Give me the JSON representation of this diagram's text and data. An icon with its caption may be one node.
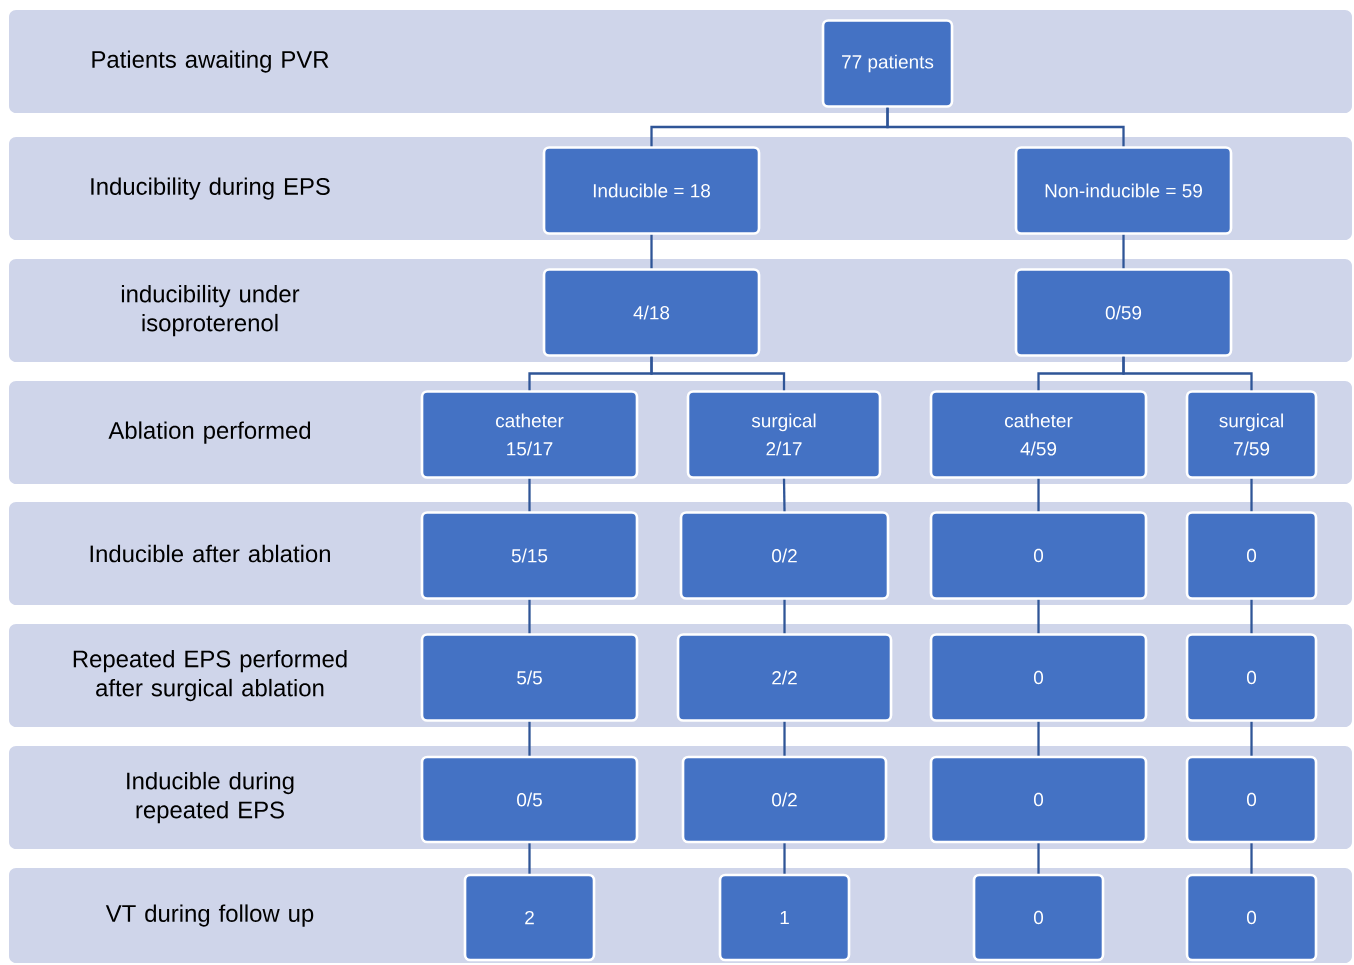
{
  "diagram": {
    "nodes": [
      {
        "text": [
          "Patients awaiting PVR"
        ]
      },
      {
        "text": [
          "77 patients"
        ],
        "in": 0
      },
      {
        "text": [
          "Inducibility during EPS"
        ]
      },
      {
        "text": [
          "Inducible = 18"
        ],
        "in": 2
      },
      {
        "text": [
          "Non-inducible = 59"
        ],
        "in": 2
      },
      {
        "text": [
          "inducibility under isoproterenol"
        ]
      },
      {
        "text": [
          "4/18"
        ],
        "in": 5
      },
      {
        "text": [
          "0/59"
        ],
        "in": 5
      },
      {
        "text": [
          "Ablation performed"
        ]
      },
      {
        "text": [
          "catheter",
          "15/17"
        ],
        "in": 8
      },
      {
        "text": [
          "surgical",
          "2/17"
        ],
        "in": 8
      },
      {
        "text": [
          "catheter",
          "4/59"
        ],
        "in": 8
      },
      {
        "text": [
          "surgical",
          "7/59"
        ],
        "in": 8
      },
      {
        "text": [
          "Inducible after ablation"
        ]
      },
      {
        "text": [
          "5/15"
        ],
        "in": 13
      },
      {
        "text": [
          "0/2"
        ],
        "in": 13
      },
      {
        "text": [
          "0"
        ],
        "in": 13
      },
      {
        "text": [
          "0"
        ],
        "in": 13
      },
      {
        "text": [
          "Repeated EPS performed after surgical ablation"
        ]
      },
      {
        "text": [
          "5/5"
        ],
        "in": 18
      },
      {
        "text": [
          "2/2"
        ],
        "in": 18
      },
      {
        "text": [
          "0"
        ],
        "in": 18
      },
      {
        "text": [
          "0"
        ],
        "in": 18
      },
      {
        "text": [
          "Inducible during repeated EPS"
        ]
      },
      {
        "text": [
          "0/5"
        ],
        "in": 23
      },
      {
        "text": [
          "0/2"
        ],
        "in": 23
      },
      {
        "text": [
          "0"
        ],
        "in": 23
      },
      {
        "text": [
          "0"
        ],
        "in": 23
      },
      {
        "text": [
          "VT during follow up"
        ]
      },
      {
        "text": [
          "2"
        ],
        "in": 28
      },
      {
        "text": [
          "1"
        ],
        "in": 28
      },
      {
        "text": [
          "0"
        ],
        "in": 28
      },
      {
        "text": [
          "0"
        ],
        "in": 28
      }
    ],
    "edges": [
      {
        "from": 1,
        "to": 3,
        "arrow": "none"
      },
      {
        "from": 1,
        "to": 4,
        "arrow": "none"
      },
      {
        "from": 3,
        "to": 6,
        "arrow": "none"
      },
      {
        "from": 4,
        "to": 7,
        "arrow": "none"
      },
      {
        "from": 6,
        "to": 9,
        "arrow": "none"
      },
      {
        "from": 6,
        "to": 10,
        "arrow": "none"
      },
      {
        "from": 7,
        "to": 11,
        "arrow": "none"
      },
      {
        "from": 7,
        "to": 12,
        "arrow": "none"
      },
      {
        "from": 9,
        "to": 14,
        "arrow": "none"
      },
      {
        "from": 10,
        "to": 15,
        "arrow": "none"
      },
      {
        "from": 11,
        "to": 16,
        "arrow": "none"
      },
      {
        "from": 12,
        "to": 17,
        "arrow": "none"
      },
      {
        "from": 14,
        "to": 19,
        "arrow": "none"
      },
      {
        "from": 15,
        "to": 20,
        "arrow": "none"
      },
      {
        "from": 16,
        "to": 21,
        "arrow": "none"
      },
      {
        "from": 17,
        "to": 22,
        "arrow": "none"
      },
      {
        "from": 19,
        "to": 24,
        "arrow": "none"
      },
      {
        "from": 20,
        "to": 25,
        "arrow": "none"
      },
      {
        "from": 21,
        "to": 26,
        "arrow": "none"
      },
      {
        "from": 22,
        "to": 27,
        "arrow": "none"
      },
      {
        "from": 24,
        "to": 29,
        "arrow": "none"
      },
      {
        "from": 25,
        "to": 30,
        "arrow": "none"
      },
      {
        "from": 26,
        "to": 31,
        "arrow": "none"
      },
      {
        "from": 27,
        "to": 32,
        "arrow": "none"
      }
    ]
  }
}
